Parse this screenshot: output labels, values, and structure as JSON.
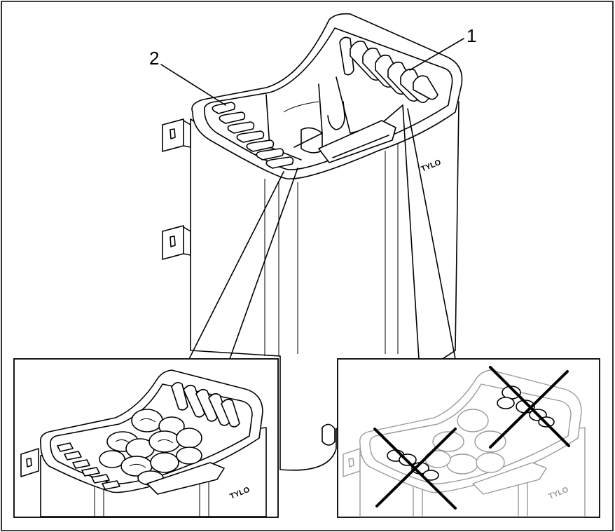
{
  "callouts": {
    "label_1": "1",
    "label_2": "2"
  },
  "brand": {
    "logo_text": "TYLO"
  },
  "insets": {
    "correct_title": "",
    "incorrect_title": ""
  },
  "colors": {
    "line": "#000000",
    "faded": "#9a9a9a",
    "background": "#ffffff"
  }
}
